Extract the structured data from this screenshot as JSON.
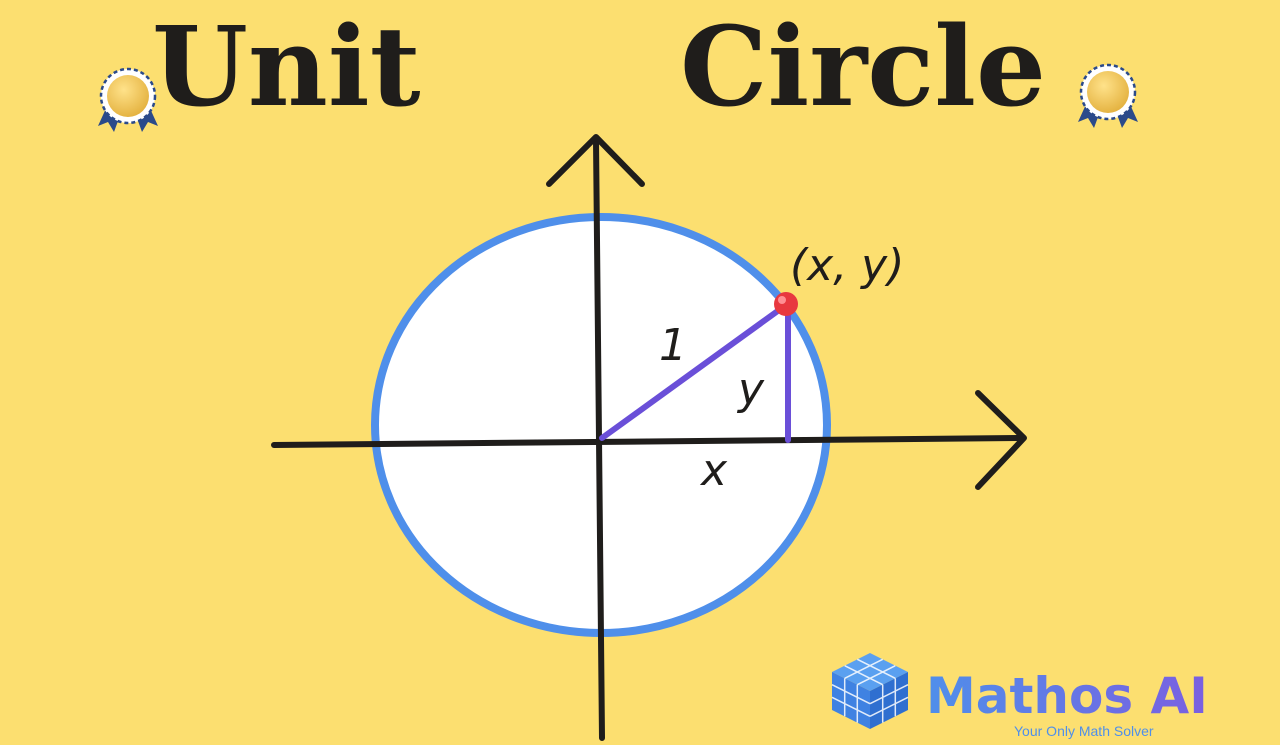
{
  "colors": {
    "background": "#fcdf70",
    "circle_fill": "#ffffff",
    "circle_stroke": "#4f8fea",
    "axis": "#1f1d1b",
    "radius_line": "#6a4fd8",
    "point": "#e8383f",
    "brand": "#4f8fea"
  },
  "title": {
    "word1": "Unit",
    "word2": "Circle"
  },
  "diagram": {
    "point_label": "(x, y)",
    "hypotenuse_label": "1",
    "vertical_label": "y",
    "horizontal_label": "x"
  },
  "decorations": {
    "left_badge_icon": "award-ribbon-icon",
    "right_badge_icon": "award-ribbon-icon"
  },
  "brand": {
    "logo_icon": "math-cube-icon",
    "name": "Mathos AI",
    "tagline": "Your Only Math Solver"
  }
}
